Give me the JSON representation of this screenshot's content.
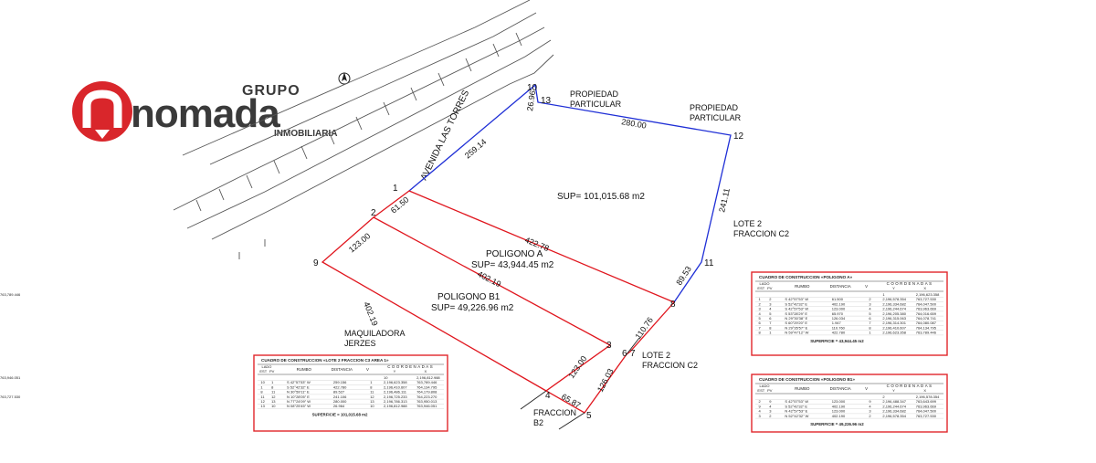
{
  "logo": {
    "grupo": "GRUPO",
    "word": "nomada",
    "sub": "INMOBILIARIA",
    "brand_color": "#d9262b",
    "dark_color": "#3a3a3a"
  },
  "street": "AVENIDA LAS TORRES",
  "north_icon": "north-arrow-icon",
  "vertex_labels": [
    "1",
    "2",
    "3",
    "4",
    "5",
    "6",
    "7",
    "8",
    "9",
    "10",
    "11",
    "12",
    "13"
  ],
  "edge_labels": [
    "259.14",
    "26.96",
    "280.00",
    "241.11",
    "89.53",
    "61.50",
    "123.00",
    "422.78",
    "402.19",
    "402.19",
    "110.76",
    "123.00",
    "65.87",
    "126.03"
  ],
  "areas": {
    "sup_main": "SUP= 101,015.68 m2",
    "poligono_a": "POLIGONO A",
    "sup_a": "SUP= 43,944.45 m2",
    "poligono_b1": "POLIGONO B1",
    "sup_b1": "SUP= 49,226.96 m2"
  },
  "place_labels": {
    "propiedad_1a": "PROPIEDAD",
    "propiedad_1b": "PARTICULAR",
    "propiedad_2a": "PROPIEDAD",
    "propiedad_2b": "PARTICULAR",
    "lote_upper_a": "LOTE 2",
    "lote_upper_b": "FRACCION C2",
    "lote_lower_a": "LOTE 2",
    "lote_lower_b": "FRACCION C2",
    "maquila_a": "MAQUILADORA",
    "maquila_b": "JERZES",
    "fraccion_a": "FRACCION",
    "fraccion_b": "B2"
  },
  "colors": {
    "blue": "#1f2fd6",
    "red": "#e0161e",
    "table_red": "#e0262b",
    "ink": "#222222"
  },
  "tables": [
    {
      "title": "CUADRO DE CONSTRUCCION «LOTE 2 FRACCION C3 AREA 1»",
      "headers": [
        "LADO",
        "EST",
        "PV",
        "RUMBO",
        "DISTANCIA",
        "V",
        "COORDENADAS",
        "Y",
        "X"
      ],
      "rows": [
        [
          "",
          "",
          "",
          "",
          "",
          "10",
          "2,196,812.988",
          "763,946.051"
        ],
        [
          "10",
          "1",
          "S 42°57'53\" W",
          "259.156",
          "1",
          "2,196,623.358",
          "763,789.446"
        ],
        [
          "1",
          "8",
          "S 52°42'32\" E",
          "422.780",
          "8",
          "2,196,410.607",
          "764,134.795"
        ],
        [
          "8",
          "11",
          "N 30°59'11\" E",
          "89.527",
          "11",
          "2,196,486.111",
          "764,179.808"
        ],
        [
          "11",
          "12",
          "N 10°28'05\" E",
          "241.106",
          "12",
          "2,196,725.233",
          "764,223.270"
        ],
        [
          "12",
          "13",
          "N 77°24'09\" W",
          "280.000",
          "13",
          "2,196,786.313",
          "763,950.013"
        ],
        [
          "13",
          "10",
          "N 08°25'45\" W",
          "26.964",
          "10",
          "2,196,812.988",
          "763,946.051"
        ]
      ],
      "footer": "SUPERFICIE = 101,015.68 m2"
    },
    {
      "title": "CUADRO DE CONSTRUCCION «POLIGONO A»",
      "headers": [
        "LADO",
        "EST",
        "PV",
        "RUMBO",
        "DISTANCIA",
        "V",
        "COORDENADAS",
        "Y",
        "X"
      ],
      "rows": [
        [
          "",
          "",
          "",
          "",
          "",
          "1",
          "2,196,623.358",
          "763,789.446"
        ],
        [
          "1",
          "2",
          "S 42°57'53\" W",
          "61.500",
          "2",
          "2,196,578.354",
          "763,727.530"
        ],
        [
          "2",
          "3",
          "S 52°42'32\" E",
          "402.190",
          "3",
          "2,196,334.682",
          "764,047.500"
        ],
        [
          "3",
          "4",
          "S 42°57'53\" W",
          "123.000",
          "4",
          "2,196,244.674",
          "763,963.669"
        ],
        [
          "4",
          "5",
          "S 53°28'29\" E",
          "65.970",
          "5",
          "2,196,205.380",
          "764,016.659"
        ],
        [
          "5",
          "6",
          "N 29°30'38\" E",
          "126.034",
          "6",
          "2,196,315.063",
          "764,078.741"
        ],
        [
          "6",
          "7",
          "S 60°29'20\" E",
          "1.947",
          "7",
          "2,196,314.301",
          "764,080.087"
        ],
        [
          "7",
          "8",
          "N 29°35'57\" E",
          "110.760",
          "8",
          "2,196,410.607",
          "764,134.795"
        ],
        [
          "8",
          "1",
          "N 59°47'12\" W",
          "422.780",
          "1",
          "2,196,623.358",
          "763,789.446"
        ]
      ],
      "footer": "SUPERFICIE = 43,944.45 m2"
    },
    {
      "title": "CUADRO DE CONSTRUCCION «POLIGONO B1»",
      "headers": [
        "LADO",
        "EST",
        "PV",
        "RUMBO",
        "DISTANCIA",
        "V",
        "COORDENADAS",
        "Y",
        "X"
      ],
      "rows": [
        [
          "",
          "",
          "",
          "",
          "",
          "2",
          "2,196,578.354",
          "763,727.530"
        ],
        [
          "2",
          "9",
          "S 42°57'53\" W",
          "123.000",
          "9",
          "2,196,488.347",
          "763,643.699"
        ],
        [
          "9",
          "4",
          "S 52°42'32\" E",
          "402.190",
          "4",
          "2,196,244.674",
          "763,963.669"
        ],
        [
          "4",
          "3",
          "N 42°57'53\" E",
          "123.000",
          "3",
          "2,196,334.682",
          "764,047.500"
        ],
        [
          "3",
          "2",
          "N 52°42'32\" W",
          "402.190",
          "2",
          "2,196,578.354",
          "763,727.530"
        ]
      ],
      "footer": "SUPERFICIE = 49,226.96 m2"
    }
  ]
}
